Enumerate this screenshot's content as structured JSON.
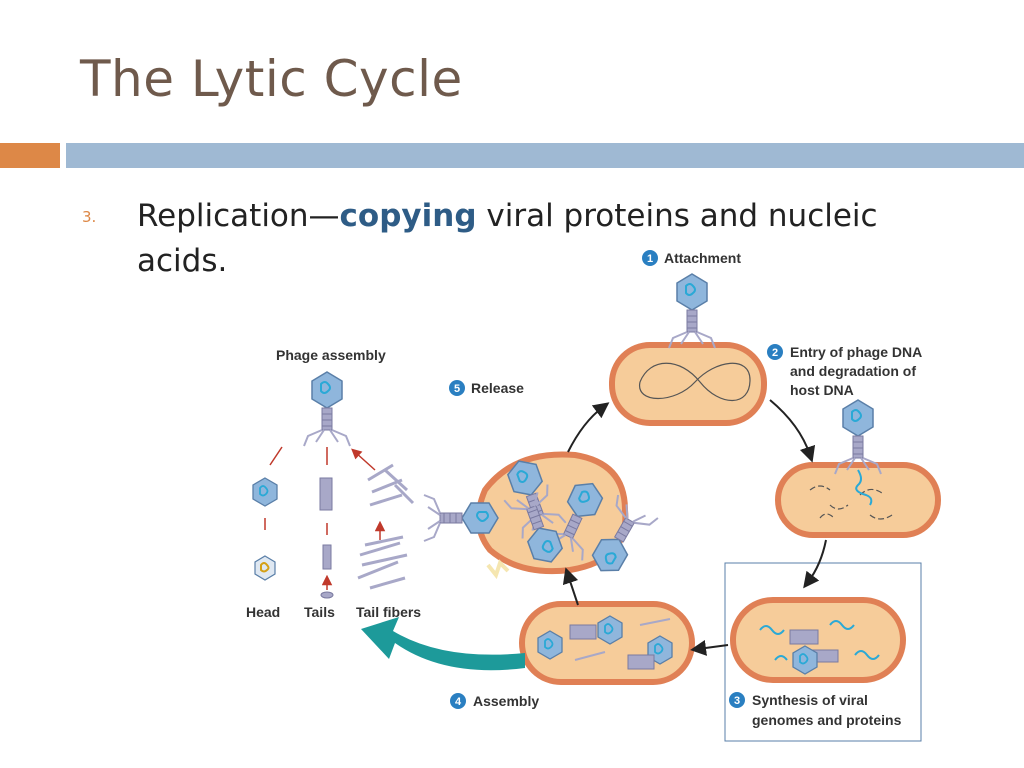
{
  "slide": {
    "title": "The Lytic Cycle",
    "bullet_number": "3.",
    "bullet_pre": "Replication—",
    "bullet_highlight": "copying",
    "bullet_post": " viral proteins and nucleic acids."
  },
  "diagram": {
    "steps": [
      {
        "number": "1",
        "label": "Attachment"
      },
      {
        "number": "2",
        "label_lines": [
          "Entry of phage DNA",
          "and degradation of",
          "host DNA"
        ]
      },
      {
        "number": "3",
        "label_lines": [
          "Synthesis of viral",
          "genomes and proteins"
        ]
      },
      {
        "number": "4",
        "label": "Assembly"
      },
      {
        "number": "5",
        "label": "Release"
      }
    ],
    "assembly_panel": {
      "title": "Phage assembly",
      "parts": [
        "Head",
        "Tails",
        "Tail fibers"
      ]
    }
  },
  "colors": {
    "title": "#6f5a4c",
    "accent_orange": "#dd8847",
    "accent_blue": "#9fb9d3",
    "highlight": "#2e5c86",
    "cell_fill": "#f6cc9a",
    "cell_wall": "#e08055",
    "phage_head": "#8fb6dc",
    "dna": "#2aa9d6",
    "step_badge": "#2a7fc1",
    "arrow_big": "#1d9a9a"
  }
}
